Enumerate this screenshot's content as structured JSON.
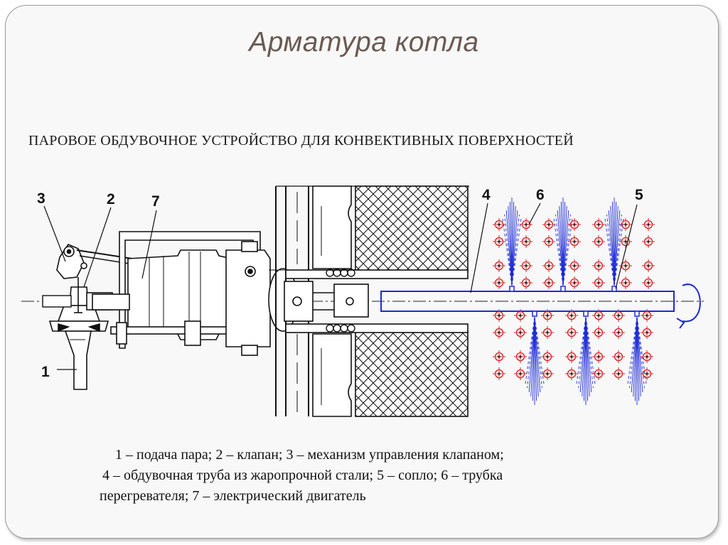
{
  "slide": {
    "title": "Арматура котла"
  },
  "diagram": {
    "caption": "ПАРОВОЕ ОБДУВОЧНОЕ УСТРОЙСТВО ДЛЯ КОНВЕКТИВНЫХ ПОВЕРХНОСТЕЙ",
    "callouts": {
      "n1": "1",
      "n2": "2",
      "n3": "3",
      "n4": "4",
      "n5": "5",
      "n6": "6",
      "n7": "7"
    },
    "colors": {
      "lines": "#000000",
      "blow_tube": "#1d2bd6",
      "tube_marks": "#d81b1b"
    }
  },
  "legend": {
    "line1": "1 – подача пара; 2 – клапан; 3 – механизм управления клапаном;",
    "line2": "4 – обдувочная труба из жаропрочной стали; 5 – сопло; 6 – трубка",
    "line3": "перегревателя; 7 – электрический двигатель"
  }
}
